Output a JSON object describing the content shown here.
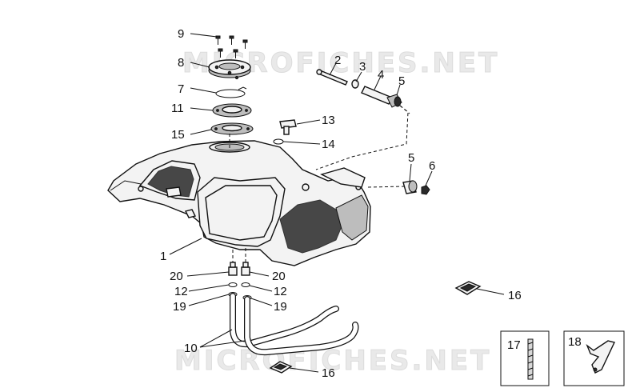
{
  "watermark": {
    "top": "MICROFICHES.NET",
    "bottom": "MICROFICHES.NET"
  },
  "callouts": {
    "c9": "9",
    "c8": "8",
    "c7": "7",
    "c11": "11",
    "c15": "15",
    "c2": "2",
    "c3": "3",
    "c4": "4",
    "c5a": "5",
    "c13": "13",
    "c14": "14",
    "c5b": "5",
    "c6": "6",
    "c1": "1",
    "c20a": "20",
    "c20b": "20",
    "c12a": "12",
    "c12b": "12",
    "c19a": "19",
    "c19b": "19",
    "c10": "10",
    "c16a": "16",
    "c16b": "16",
    "c17": "17",
    "c18": "18"
  }
}
